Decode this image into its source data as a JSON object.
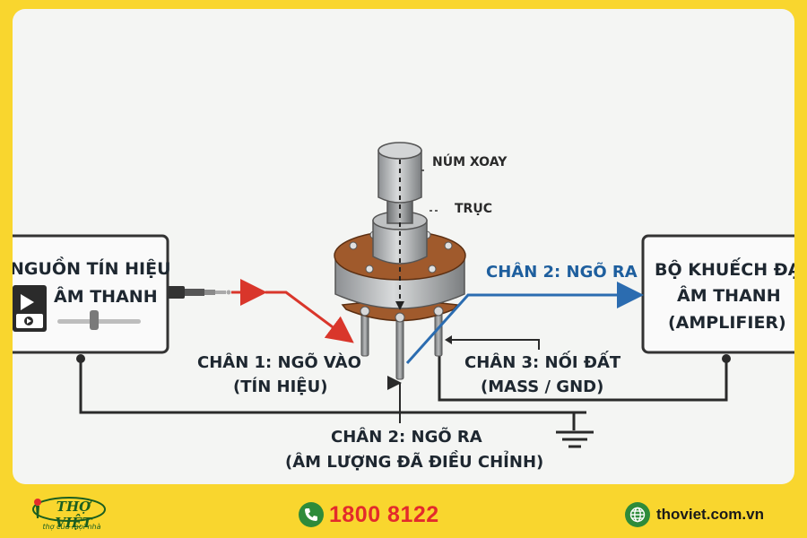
{
  "diagram": {
    "source_box": {
      "line1": "NGUỒN TÍN HIỆU",
      "line2": "ÂM THANH"
    },
    "amp_box": {
      "line1": "BỘ KHUẾCH ĐẠI",
      "line2": "ÂM THANH",
      "line3": "(AMPLIFIER)"
    },
    "knob_label": "NÚM XOAY",
    "shaft_label": "TRỤC",
    "out_top_label": "CHÂN 2: NGÕ RA",
    "pin1": {
      "line1": "CHÂN 1: NGÕ VÀO",
      "line2": "(TÍN HIỆU)"
    },
    "pin3": {
      "line1": "CHÂN 3: NỐI ĐẤT",
      "line2": "(MASS / GND)"
    },
    "pin2": {
      "line1": "CHÂN 2: NGÕ RA",
      "line2": "(ÂM LƯỢNG ĐÃ ĐIỀU CHỈNH)"
    },
    "colors": {
      "input_wire": "#d9362b",
      "output_wire": "#2b6cb0",
      "ground_wire": "#2a2a2a"
    }
  },
  "footer": {
    "logo_brand": "THỢ VIỆT",
    "logo_tagline": "thợ của mọi nhà",
    "phone": "1800 8122",
    "website": "thoviet.com.vn",
    "phone_icon": "phone-icon",
    "web_icon": "globe-icon"
  }
}
